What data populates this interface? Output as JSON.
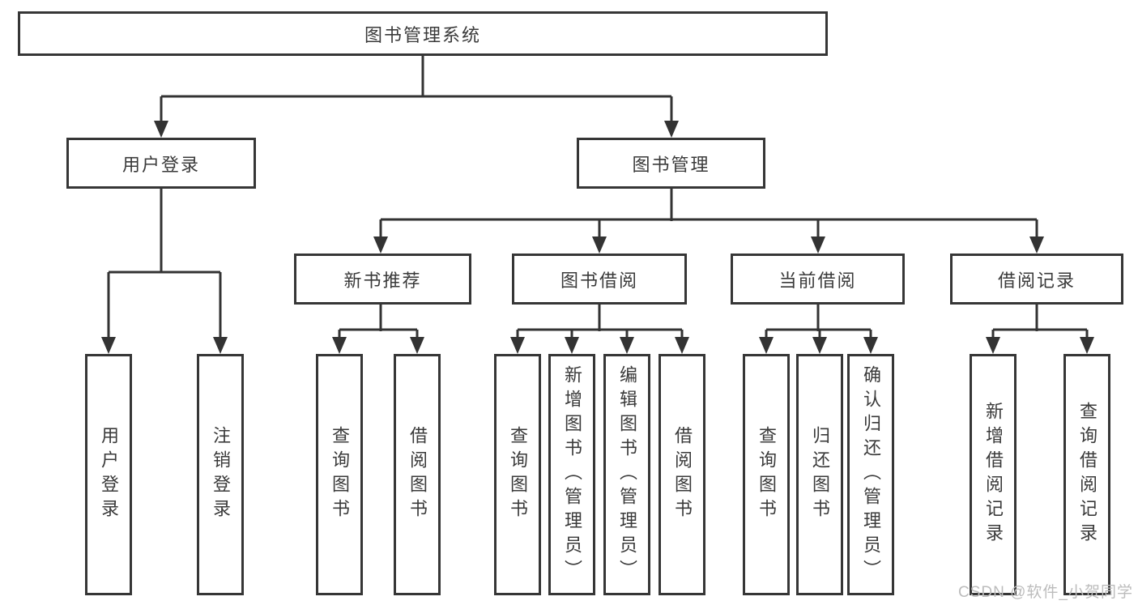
{
  "diagram": {
    "title_node": {
      "label": "图书管理系统"
    },
    "level1": [
      {
        "label": "用户登录",
        "children": [
          "用户登录",
          "注销登录"
        ]
      },
      {
        "label": "图书管理"
      }
    ],
    "level2": [
      {
        "label": "新书推荐",
        "children": [
          "查询图书",
          "借阅图书"
        ]
      },
      {
        "label": "图书借阅",
        "children": [
          "查询图书",
          "新增图书（管理员）",
          "编辑图书（管理员）",
          "借阅图书"
        ]
      },
      {
        "label": "当前借阅",
        "children": [
          "查询图书",
          "归还图书",
          "确认归还（管理员）"
        ]
      },
      {
        "label": "借阅记录",
        "children": [
          "新增借阅记录",
          "查询借阅记录"
        ]
      }
    ]
  },
  "watermark": {
    "text": "CSDN @软件_小贺同学"
  },
  "colors": {
    "line": "#333333",
    "border": "#363636",
    "text": "#3a3a3a",
    "watermark": "#bcbcbc",
    "background": "#ffffff"
  }
}
